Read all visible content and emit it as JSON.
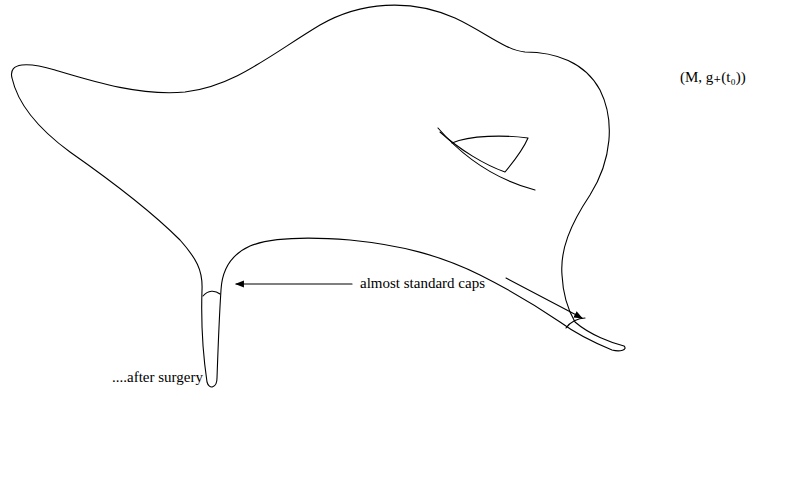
{
  "diagram": {
    "labels": [
      "(M, g₊(t₀))",
      "almost standard caps",
      "....after surgery"
    ]
  }
}
